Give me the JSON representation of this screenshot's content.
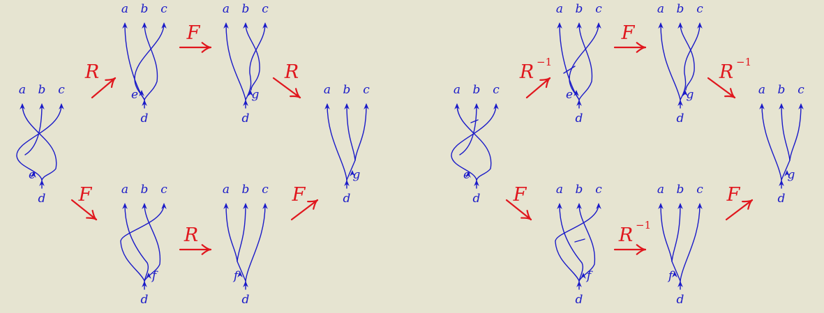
{
  "labels": {
    "a": "a",
    "b": "b",
    "c": "c",
    "d": "d",
    "e": "e",
    "f": "f",
    "g": "g"
  },
  "moves": {
    "R": "R",
    "F": "F",
    "R_inv": "R",
    "inverse_exponent": "−1"
  },
  "colors": {
    "background": "#e6e4d1",
    "strand": "#1a1ac8",
    "move_arrow": "#e0161d"
  },
  "hexagons": [
    {
      "id": "left",
      "moves": [
        "R",
        "F",
        "R",
        "F",
        "R",
        "F"
      ],
      "inverse": [
        false,
        false,
        false,
        false,
        false,
        false
      ]
    },
    {
      "id": "right",
      "moves": [
        "R",
        "F",
        "R",
        "F",
        "R",
        "F"
      ],
      "inverse": [
        true,
        false,
        true,
        false,
        true,
        false
      ]
    }
  ]
}
